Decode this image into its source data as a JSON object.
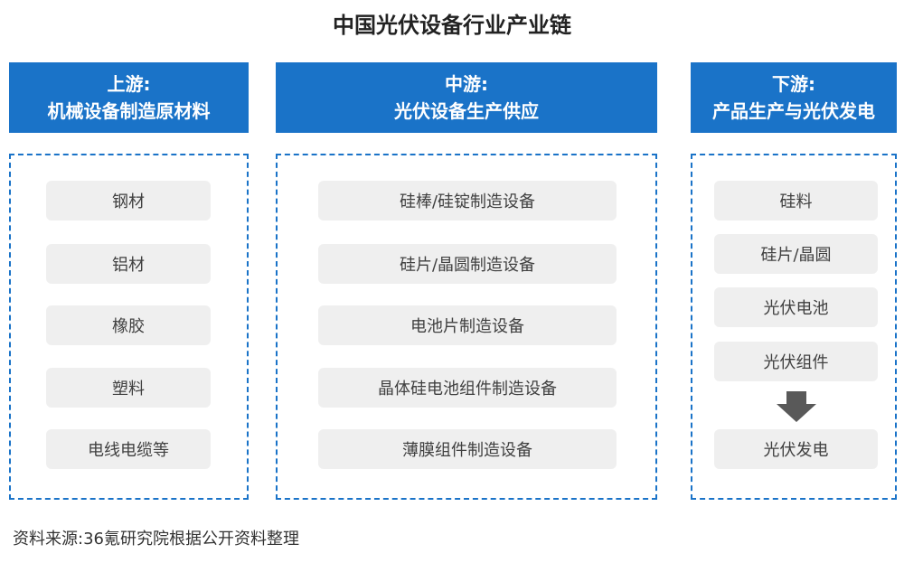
{
  "title": "中国光伏设备行业产业链",
  "columns": [
    {
      "header_line1": "上游:",
      "header_line2": "机械设备制造原材料",
      "items": [
        "钢材",
        "铝材",
        "橡胶",
        "塑料",
        "电线电缆等"
      ]
    },
    {
      "header_line1": "中游:",
      "header_line2": "光伏设备生产供应",
      "items": [
        "硅棒/硅锭制造设备",
        "硅片/晶圆制造设备",
        "电池片制造设备",
        "晶体硅电池组件制造设备",
        "薄膜组件制造设备"
      ]
    },
    {
      "header_line1": "下游:",
      "header_line2": "产品生产与光伏发电",
      "items": [
        "硅料",
        "硅片/晶圆",
        "光伏电池",
        "光伏组件"
      ],
      "result": "光伏发电"
    }
  ],
  "source": "资料来源:36氪研究院根据公开资料整理",
  "colors": {
    "header_bg": "#1a73c8",
    "box_border": "#1a73c8",
    "item_bg": "#efefef",
    "arrow": "#595959"
  },
  "icons": {
    "flow_arrow": "down-arrow-icon"
  }
}
